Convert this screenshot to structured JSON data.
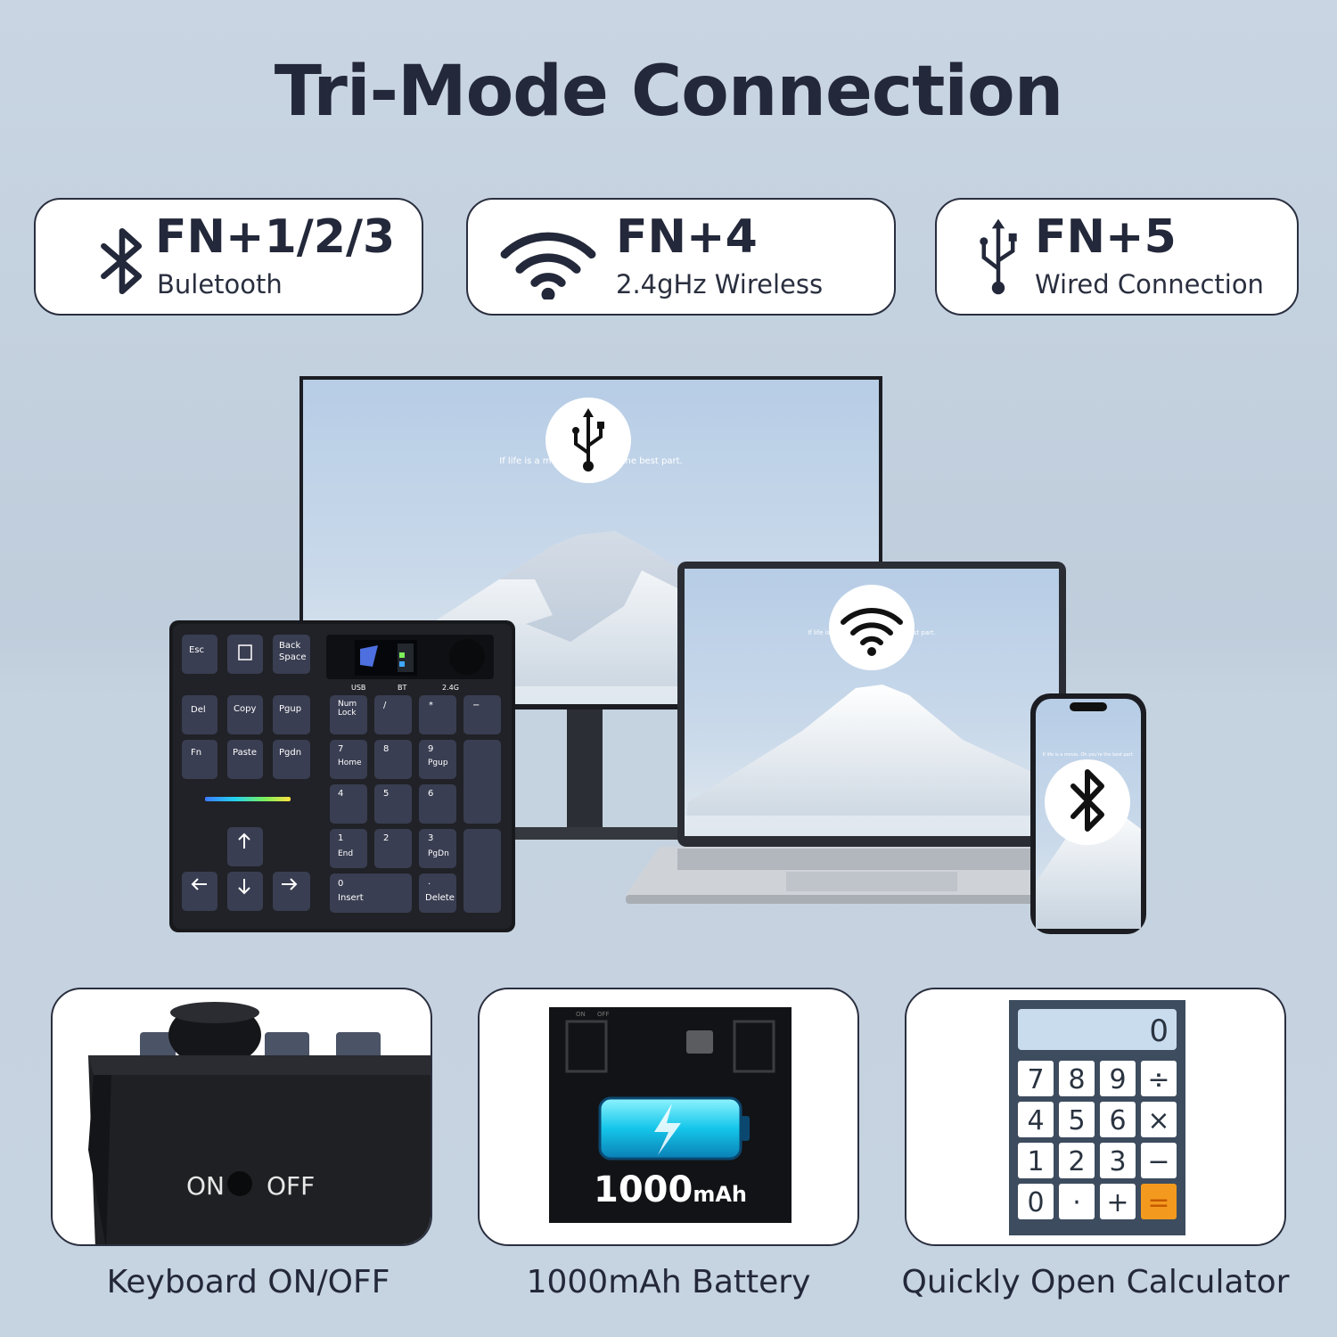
{
  "title": "Tri-Mode Connection",
  "modes": [
    {
      "icon": "bluetooth-icon",
      "combo": "FN+1/2/3",
      "desc": "Buletooth"
    },
    {
      "icon": "wifi-icon",
      "combo": "FN+4",
      "desc": "2.4gHz Wireless"
    },
    {
      "icon": "usb-icon",
      "combo": "FN+5",
      "desc": "Wired Connection"
    }
  ],
  "screen_quote": "If life is a movie. Oh you're the best part.",
  "keyboard": {
    "indicators": [
      "USB",
      "BT",
      "2.4G"
    ],
    "keys": {
      "esc": "Esc",
      "back": "Back",
      "space": "Space",
      "del": "Del",
      "copy": "Copy",
      "pgup": "Pgup",
      "fn": "Fn",
      "paste": "Paste",
      "pgdn": "Pgdn",
      "num": "Num",
      "lock": "Lock",
      "slash": "/",
      "star": "*",
      "minus": "−",
      "k7": "7",
      "home": "Home",
      "k8": "8",
      "k9": "9",
      "pgup2": "Pgup",
      "k4": "4",
      "k5": "5",
      "k6": "6",
      "k1": "1",
      "end": "End",
      "k2": "2",
      "k3": "3",
      "pgdn2": "PgDn",
      "k0": "0",
      "insert": "Insert",
      "dot": ".",
      "delete": "Delete"
    }
  },
  "features": [
    {
      "caption": "Keyboard ON/OFF",
      "on": "ON",
      "off": "OFF"
    },
    {
      "caption": "1000mAh Battery",
      "capacity": "1000",
      "unit": "mAh",
      "switch_on": "ON",
      "switch_off": "OFF"
    },
    {
      "caption": "Quickly Open Calculator",
      "display": "0",
      "keys": [
        "7",
        "8",
        "9",
        "÷",
        "4",
        "5",
        "6",
        "×",
        "1",
        "2",
        "3",
        "−",
        "0",
        "·",
        "+",
        "="
      ]
    }
  ],
  "colors": {
    "text": "#23283a",
    "equals_key": "#f39a1e",
    "calc_body": "#3d4c5e",
    "calc_display": "#c8dcee"
  }
}
